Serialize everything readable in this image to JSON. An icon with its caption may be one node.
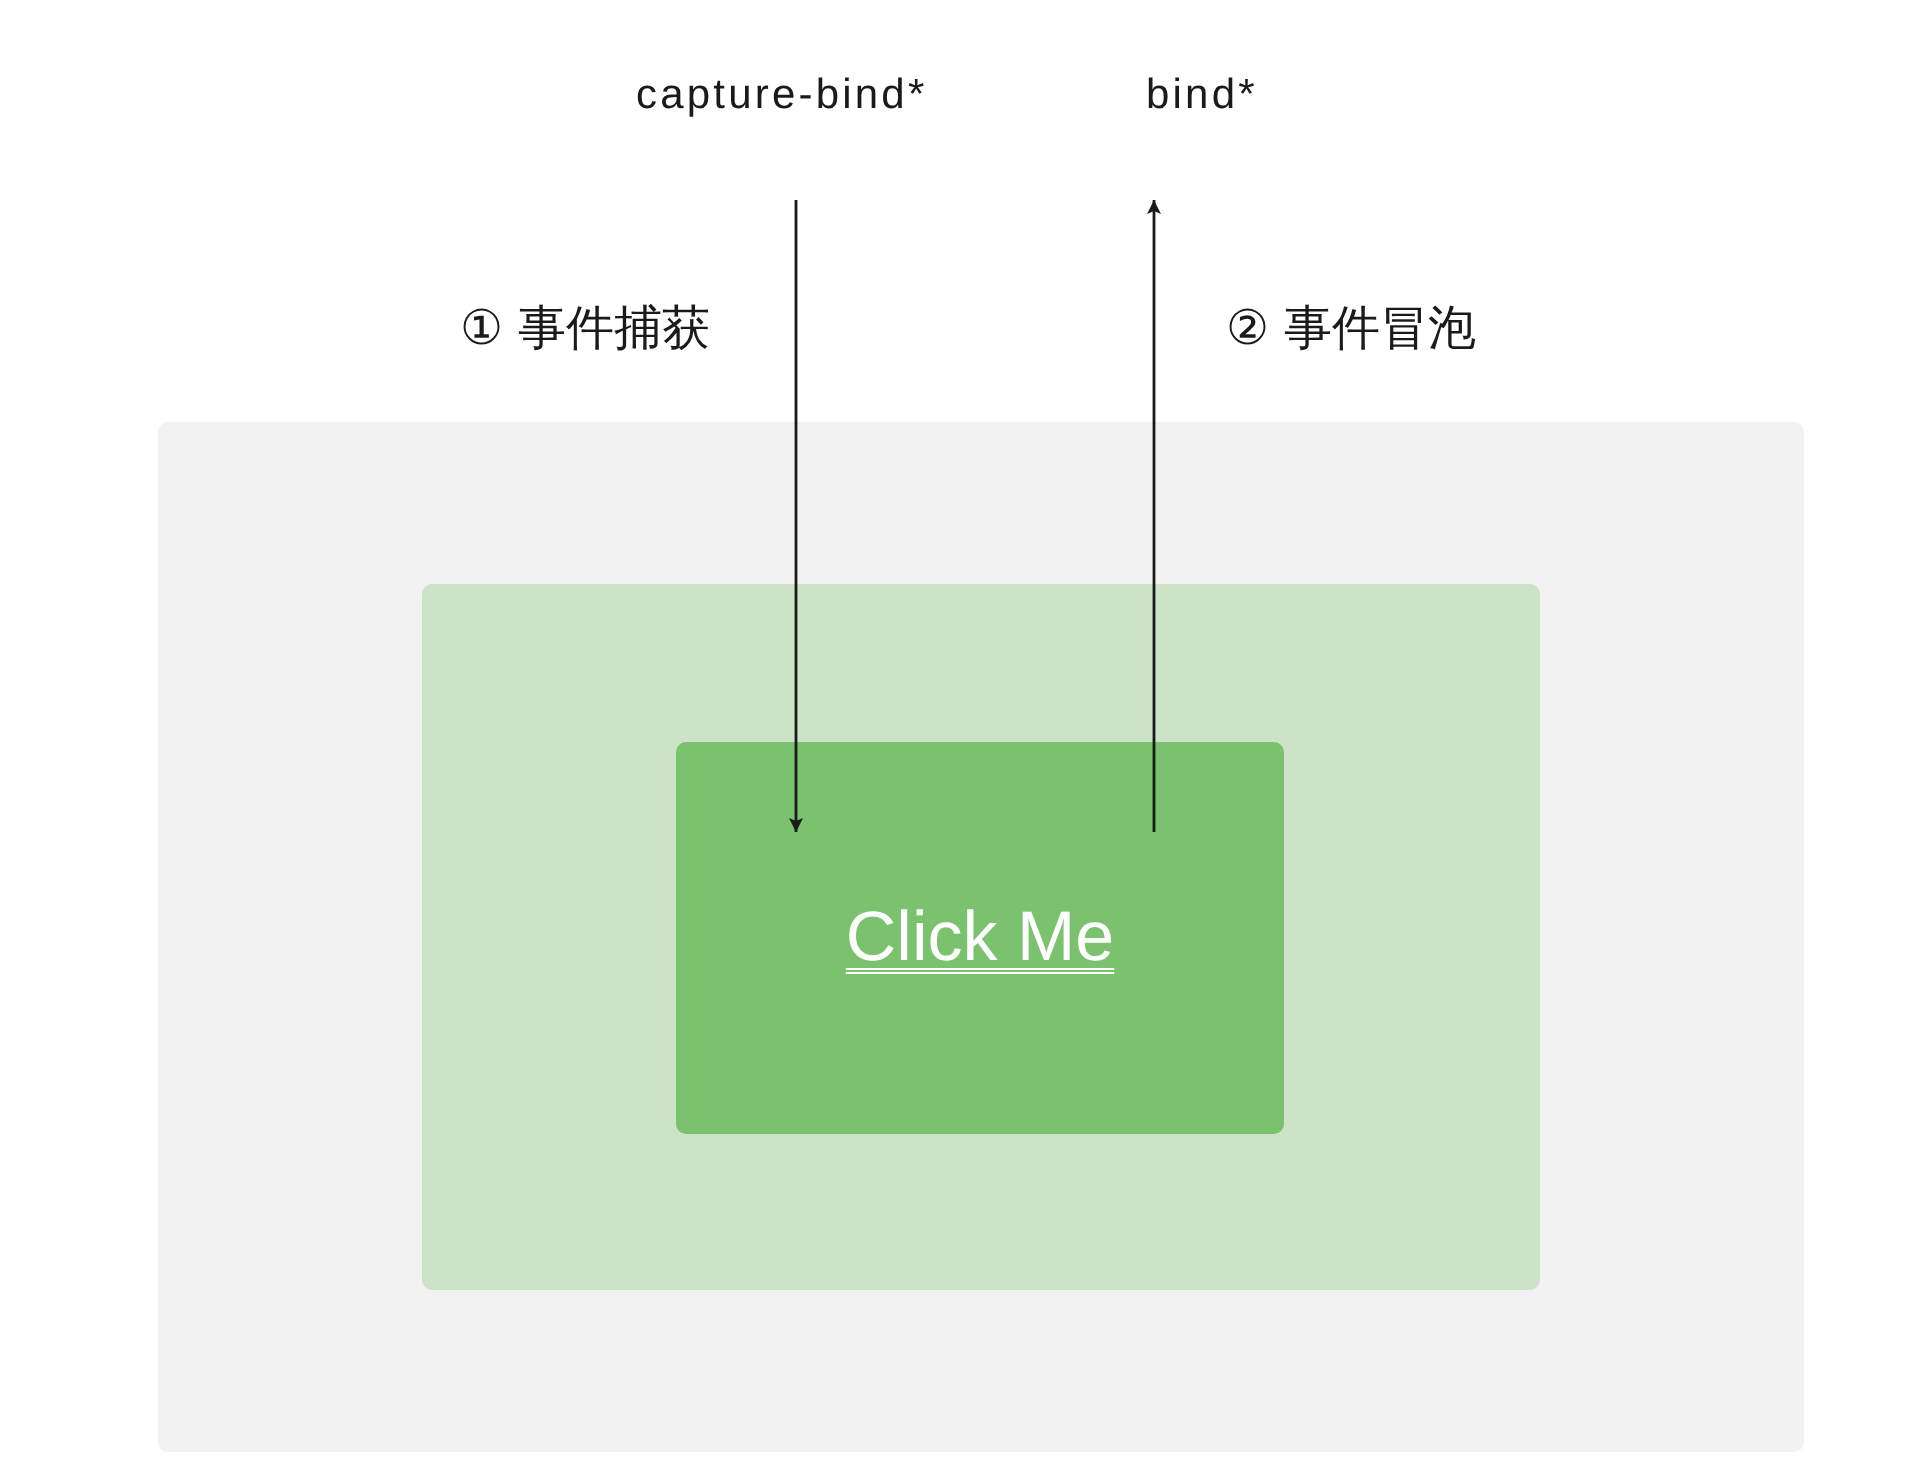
{
  "diagram": {
    "nodes": [
      {
        "text": [
          "capture-bind*"
        ]
      },
      {
        "text": [
          "bind*"
        ]
      },
      {
        "text": [],
        "shape": "box"
      },
      {
        "text": [],
        "shape": "box",
        "in": 2
      },
      {
        "text": [
          "Click Me"
        ],
        "in": 3
      }
    ],
    "edges": [
      {
        "from": 0,
        "to": 4,
        "arrow": "to",
        "label": "① 事件捕获"
      },
      {
        "from": 4,
        "to": 1,
        "arrow": "to",
        "label": "② 事件冒泡"
      }
    ]
  }
}
